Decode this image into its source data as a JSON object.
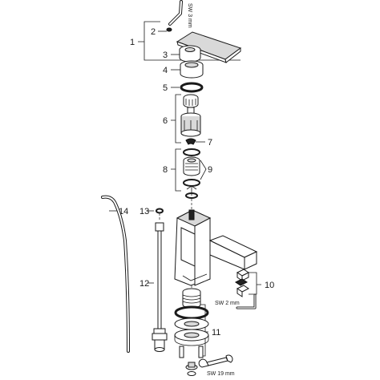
{
  "callouts": {
    "n1": "1",
    "n2": "2",
    "n3": "3",
    "n4": "4",
    "n5": "5",
    "n6": "6",
    "n7": "7",
    "n8": "8",
    "n9": "9",
    "n10": "10",
    "n11": "11",
    "n12": "12",
    "n13": "13",
    "n14": "14"
  },
  "tools": {
    "hex_key_top": "SW 3 mm",
    "hex_key_bottom": "SW 2 mm",
    "wrench": "SW 19 mm"
  }
}
